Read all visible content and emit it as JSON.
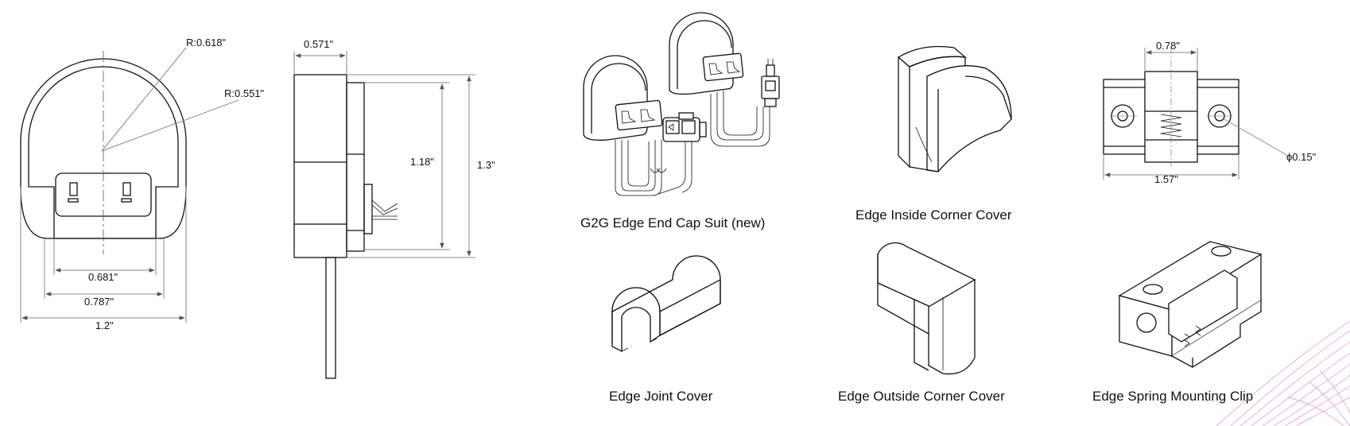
{
  "front_view": {
    "radius_outer": "R:0.618\"",
    "radius_inner": "R:0.551\"",
    "width_inner": "0.681\"",
    "width_mid": "0.787\"",
    "width_overall": "1.2\""
  },
  "side_view": {
    "depth": "0.571\"",
    "height_inner": "1.18\"",
    "height_overall": "1.3\""
  },
  "accessories": [
    {
      "label": "G2G Edge End Cap Suit  (new)"
    },
    {
      "label": "Edge Inside Corner Cover"
    },
    {
      "label": "Edge Joint Cover"
    },
    {
      "label": "Edge Outside Corner Cover"
    },
    {
      "label": "Edge Spring Mounting Clip"
    }
  ],
  "clip_view": {
    "top_width": "0.78\"",
    "bottom_width": "1.57\"",
    "hole_diameter": "ϕ0.15\""
  },
  "colors": {
    "line": "#111111",
    "dim_line": "#888888",
    "accent_swirl": "#d65fd6"
  }
}
